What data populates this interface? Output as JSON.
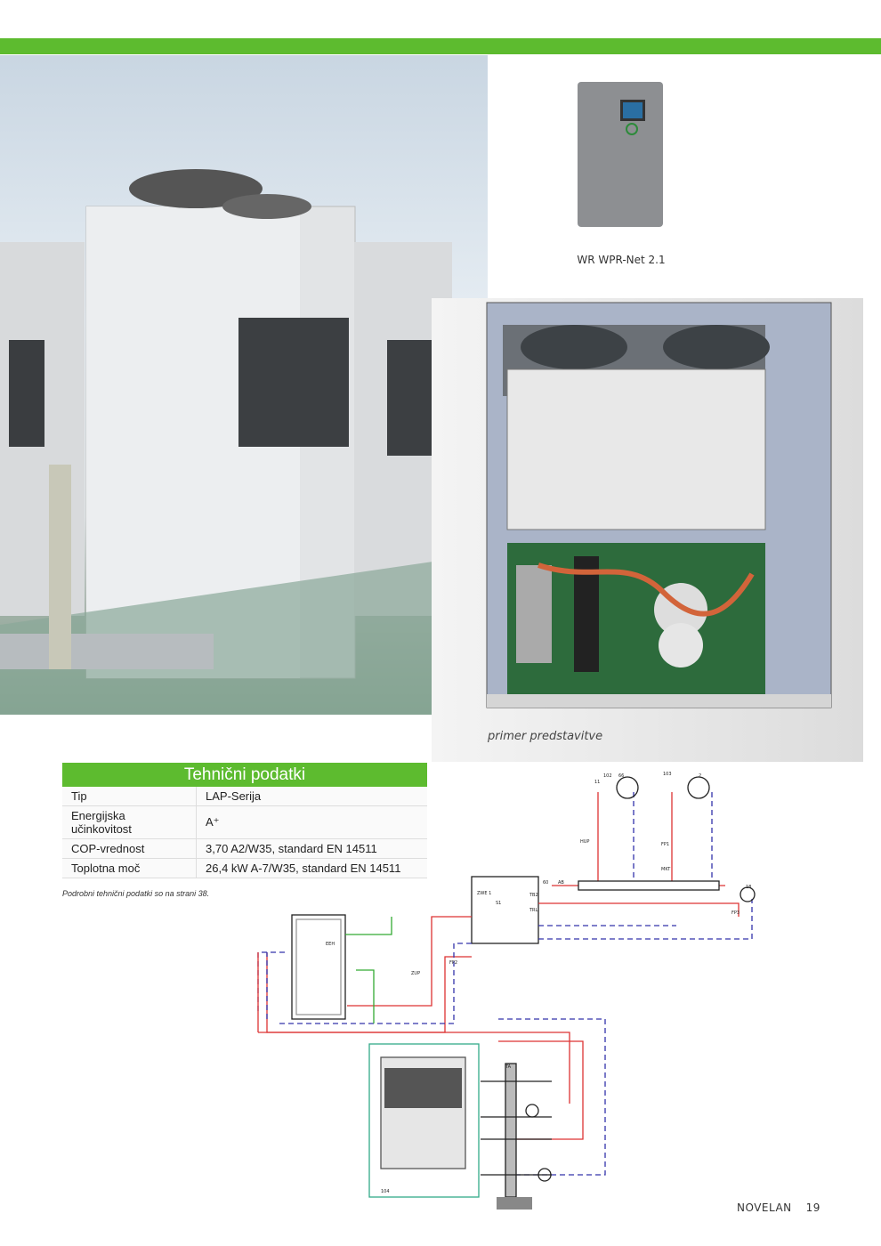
{
  "header": {
    "accent_color": "#5dbb2f"
  },
  "product_images": {
    "controller_caption": "WR WPR-Net 2.1",
    "drawing_caption": "primer predstavitve"
  },
  "spec_table": {
    "title": "Tehnični podatki",
    "rows": [
      {
        "label": "Tip",
        "value": "LAP-Serija"
      },
      {
        "label": "Energijska učinkovitost",
        "value": "A⁺"
      },
      {
        "label": "COP-vrednost",
        "value": "3,70 A2/W35, standard EN 14511"
      },
      {
        "label": "Toplotna moč",
        "value": "26,4 kW A-7/W35, standard EN 14511"
      }
    ],
    "note": "Podrobni tehnični podatki so na strani 38."
  },
  "diagram": {
    "labels": [
      "102",
      "66",
      "103",
      "2",
      "11",
      "HUP",
      "FP1",
      "MKT",
      "FP3",
      "ZWE 1",
      "S1",
      "TB2",
      "TRL",
      "EEH",
      "ZUP",
      "FP2",
      "TA",
      "104",
      "18",
      "60",
      "AB"
    ]
  },
  "footer": {
    "brand": "NOVELAN",
    "page_number": "19"
  }
}
